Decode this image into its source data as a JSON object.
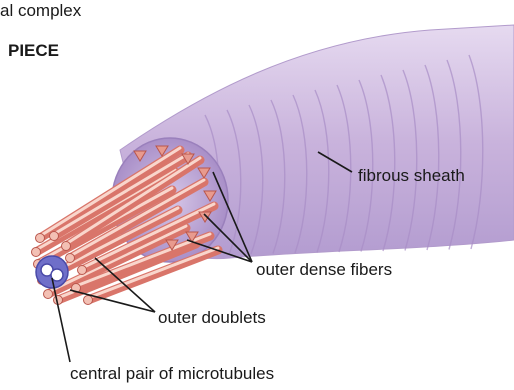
{
  "heading": {
    "top_text": "al complex",
    "bold_text": "PIECE"
  },
  "labels": {
    "fibrous_sheath": "fibrous sheath",
    "outer_dense_fibers": "outer dense fibers",
    "outer_doublets": "outer doublets",
    "central_pair": "central pair of microtubules"
  },
  "colors": {
    "sheath": "#c9b3dc",
    "sheath_dark": "#a68cc4",
    "fiber": "#e89a8e",
    "fiber_highlight": "#f9d6cc",
    "core": "#7a7ad0",
    "leader_line": "#1a1a1a"
  }
}
